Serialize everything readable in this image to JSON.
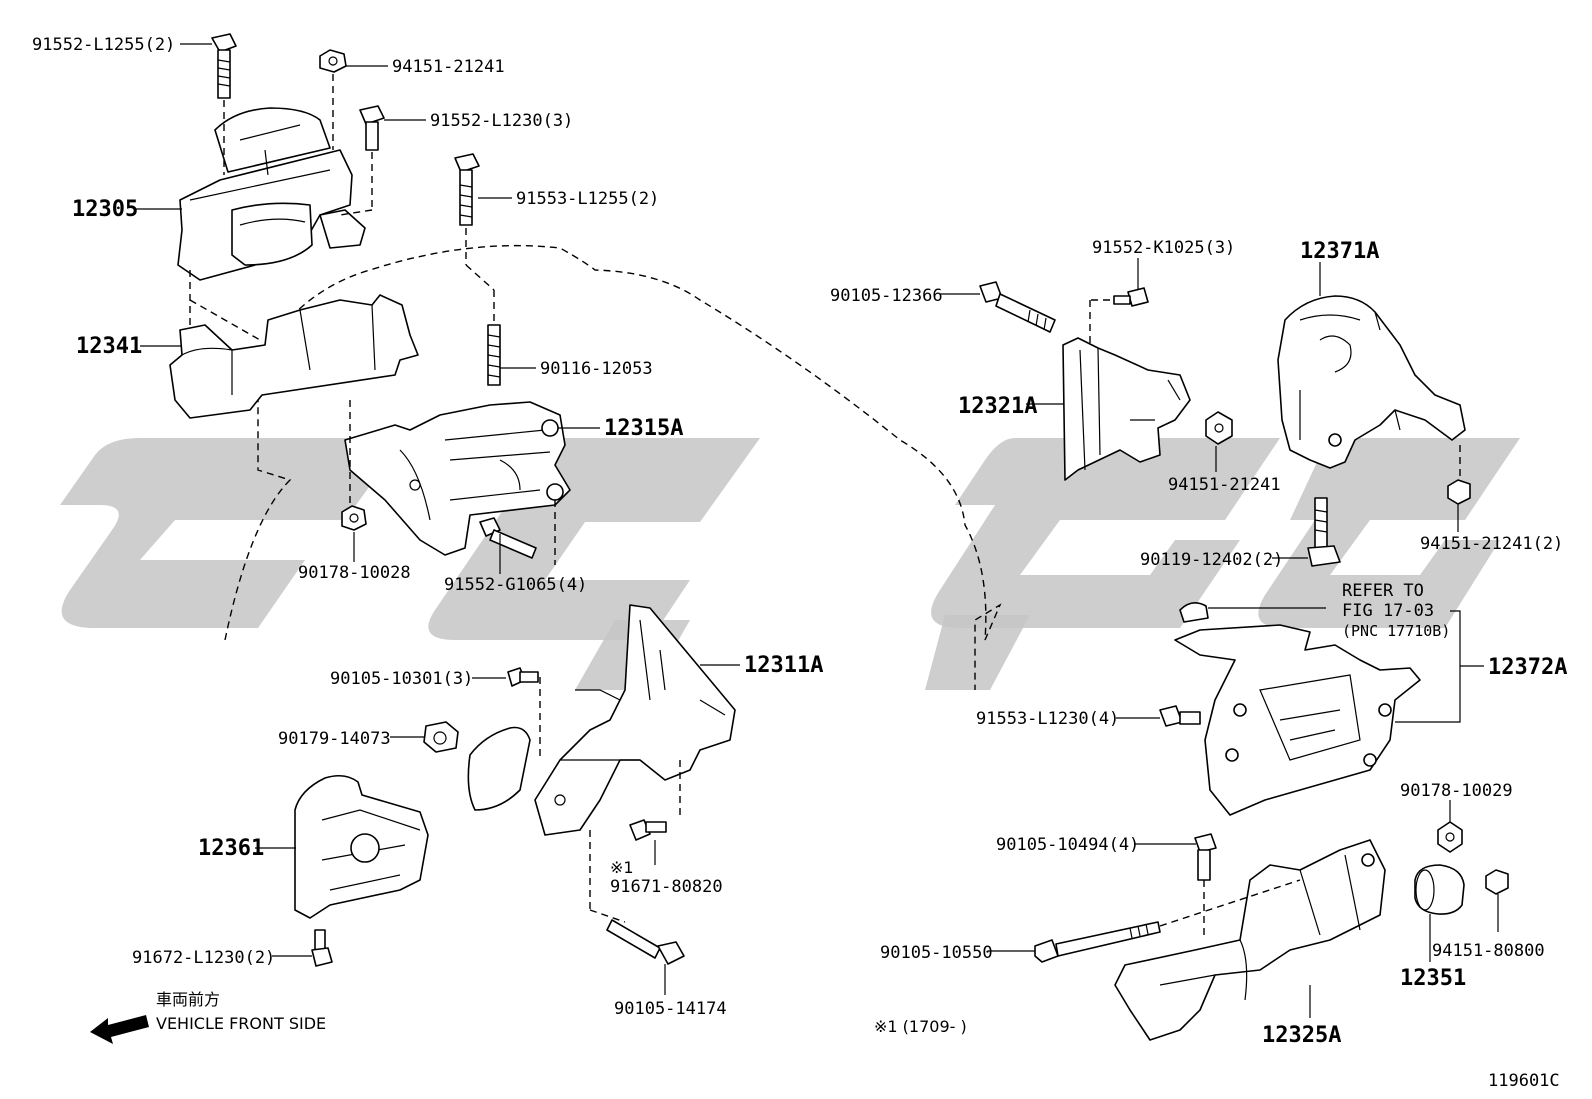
{
  "parts": {
    "p_91552_L1255": "91552-L1255(2)",
    "p_94151_21241_a": "94151-21241",
    "p_91552_L1230": "91552-L1230(3)",
    "p_91553_L1255": "91553-L1255(2)",
    "p_12305": "12305",
    "p_12341": "12341",
    "p_90116_12053": "90116-12053",
    "p_12315A": "12315A",
    "p_90178_10028": "90178-10028",
    "p_91552_G1065": "91552-G1065(4)",
    "p_90105_10301": "90105-10301(3)",
    "p_12311A": "12311A",
    "p_90179_14073": "90179-14073",
    "p_12361": "12361",
    "p_mark1": "※1",
    "p_91671_80820": "91671-80820",
    "p_91672_L1230": "91672-L1230(2)",
    "p_90105_14174": "90105-14174",
    "p_91552_K1025": "91552-K1025(3)",
    "p_12371A": "12371A",
    "p_90105_12366": "90105-12366",
    "p_12321A": "12321A",
    "p_94151_21241_b": "94151-21241",
    "p_94151_21241_c": "94151-21241(2)",
    "p_90119_12402": "90119-12402(2)",
    "p_refer1": "REFER TO",
    "p_refer2": "FIG 17-03",
    "p_refer3": "(PNC 17710B)",
    "p_12372A": "12372A",
    "p_91553_L1230": "91553-L1230(4)",
    "p_90178_10029": "90178-10029",
    "p_90105_10494": "90105-10494(4)",
    "p_90105_10550": "90105-10550",
    "p_94151_80800": "94151-80800",
    "p_12351": "12351",
    "p_12325A": "12325A"
  },
  "footer": {
    "front_jp": "車両前方",
    "front_en": "VEHICLE FRONT SIDE",
    "footnote": "※1 (1709-        )",
    "figure_code": "119601C"
  },
  "colors": {
    "watermark": "#c6c6c6",
    "line": "#000000"
  }
}
